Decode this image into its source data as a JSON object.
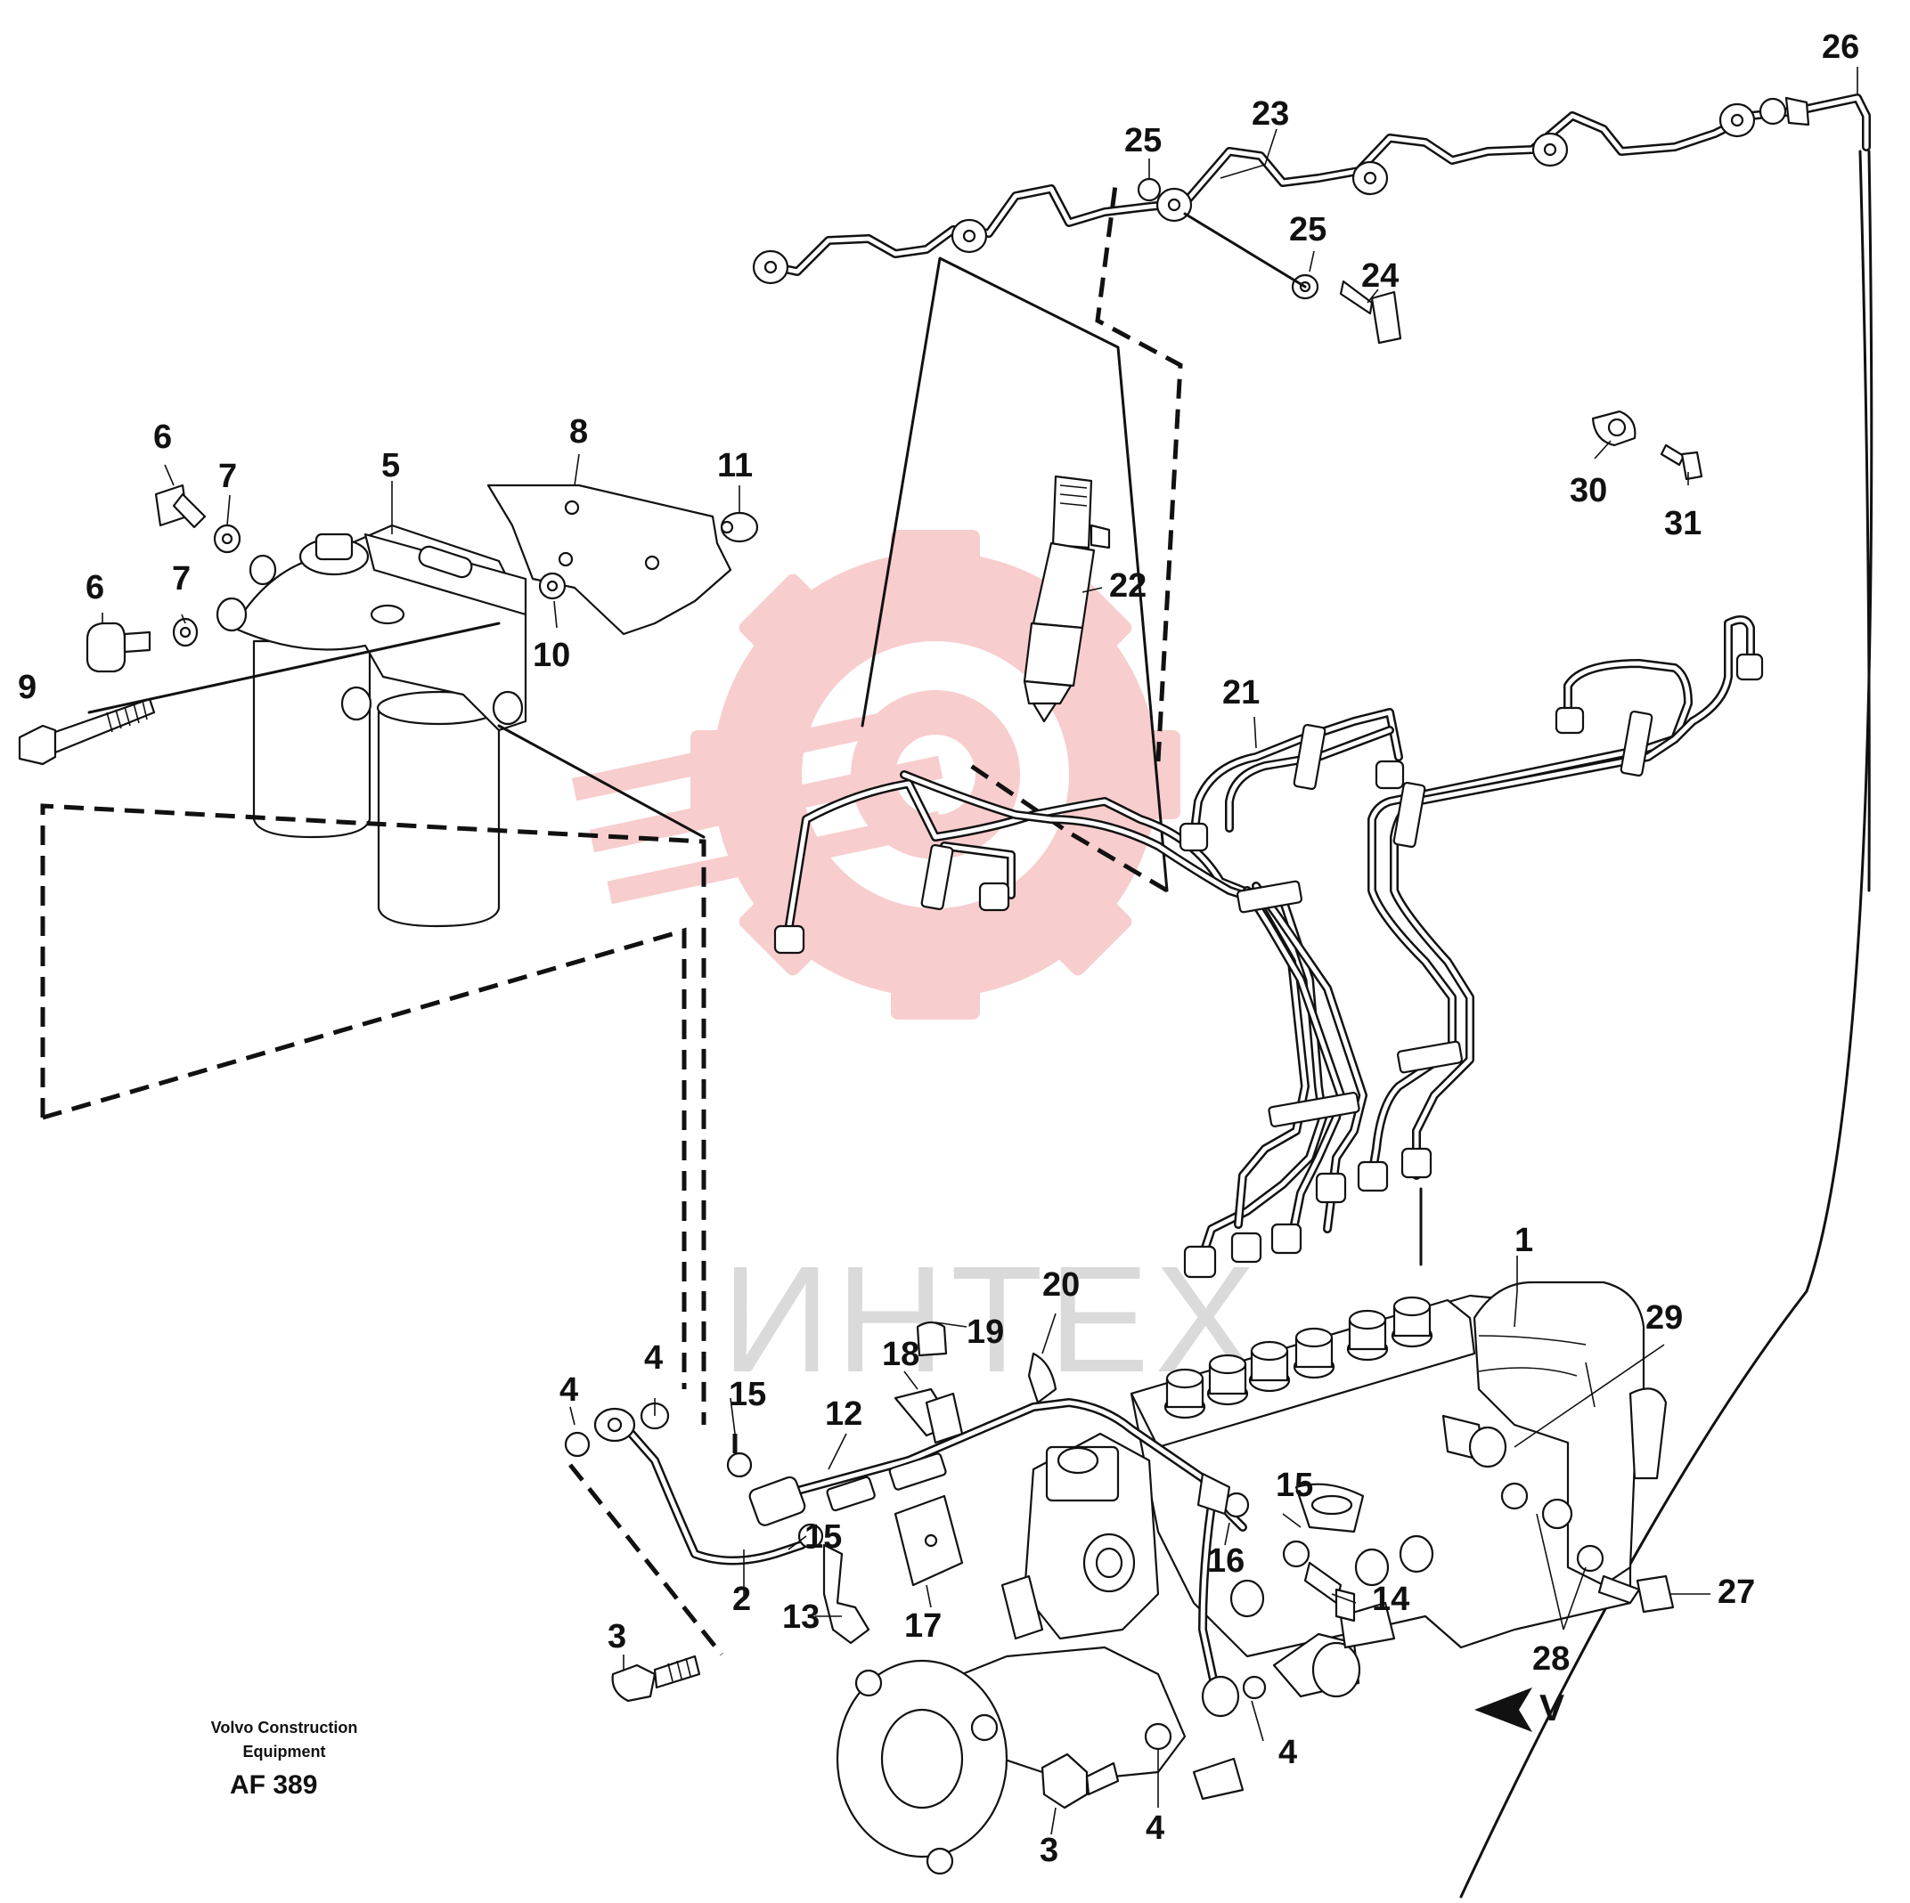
{
  "watermark": {
    "text": "ИНТЕХ",
    "color": "#f08a8a"
  },
  "caption": {
    "line1": "Volvo Construction",
    "line2": "Equipment",
    "code": "AF 389"
  },
  "view_marker": {
    "label": "V"
  },
  "callouts": [
    {
      "id": "c1",
      "label": "1"
    },
    {
      "id": "c2",
      "label": "2"
    },
    {
      "id": "c3a",
      "label": "3"
    },
    {
      "id": "c3b",
      "label": "3"
    },
    {
      "id": "c4a",
      "label": "4"
    },
    {
      "id": "c4b",
      "label": "4"
    },
    {
      "id": "c4c",
      "label": "4"
    },
    {
      "id": "c4d",
      "label": "4"
    },
    {
      "id": "c5",
      "label": "5"
    },
    {
      "id": "c6a",
      "label": "6"
    },
    {
      "id": "c6b",
      "label": "6"
    },
    {
      "id": "c7a",
      "label": "7"
    },
    {
      "id": "c7b",
      "label": "7"
    },
    {
      "id": "c8",
      "label": "8"
    },
    {
      "id": "c9",
      "label": "9"
    },
    {
      "id": "c10",
      "label": "10"
    },
    {
      "id": "c11",
      "label": "11"
    },
    {
      "id": "c12",
      "label": "12"
    },
    {
      "id": "c13",
      "label": "13"
    },
    {
      "id": "c14",
      "label": "14"
    },
    {
      "id": "c15a",
      "label": "15"
    },
    {
      "id": "c15b",
      "label": "15"
    },
    {
      "id": "c15c",
      "label": "15"
    },
    {
      "id": "c16",
      "label": "16"
    },
    {
      "id": "c17",
      "label": "17"
    },
    {
      "id": "c18",
      "label": "18"
    },
    {
      "id": "c19",
      "label": "19"
    },
    {
      "id": "c20",
      "label": "20"
    },
    {
      "id": "c21",
      "label": "21"
    },
    {
      "id": "c22",
      "label": "22"
    },
    {
      "id": "c23",
      "label": "23"
    },
    {
      "id": "c24",
      "label": "24"
    },
    {
      "id": "c25a",
      "label": "25"
    },
    {
      "id": "c25b",
      "label": "25"
    },
    {
      "id": "c26",
      "label": "26"
    },
    {
      "id": "c27",
      "label": "27"
    },
    {
      "id": "c28",
      "label": "28"
    },
    {
      "id": "c29",
      "label": "29"
    },
    {
      "id": "c30",
      "label": "30"
    },
    {
      "id": "c31",
      "label": "31"
    }
  ]
}
